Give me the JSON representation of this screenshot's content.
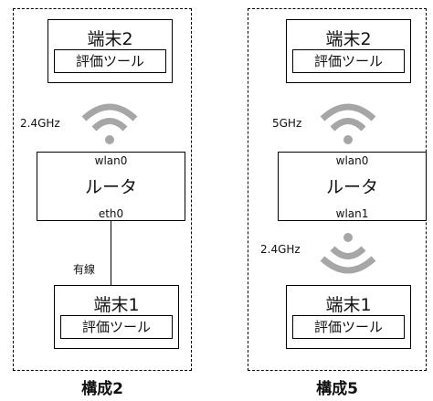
{
  "panels": [
    {
      "caption": "構成2",
      "top_device": {
        "name": "端末2",
        "tool": "評価ツール"
      },
      "wifi_top_label": "2.4GHz",
      "router": {
        "name": "ルータ",
        "top_port": "wlan0",
        "bottom_port": "eth0"
      },
      "link_label": "有線",
      "bottom_device": {
        "name": "端末1",
        "tool": "評価ツール"
      }
    },
    {
      "caption": "構成5",
      "top_device": {
        "name": "端末2",
        "tool": "評価ツール"
      },
      "wifi_top_label": "5GHz",
      "router": {
        "name": "ルータ",
        "top_port": "wlan0",
        "bottom_port": "wlan1"
      },
      "wifi_bottom_label": "2.4GHz",
      "bottom_device": {
        "name": "端末1",
        "tool": "評価ツール"
      }
    }
  ],
  "colors": {
    "wifi": "#a6a6a6",
    "border": "#000000"
  },
  "icons": [
    "wifi-icon"
  ]
}
